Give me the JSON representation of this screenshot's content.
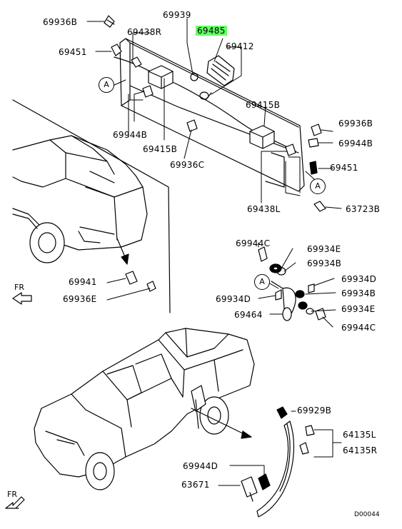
{
  "parts": {
    "p69936B_top": "69936B",
    "p69939": "69939",
    "p69438R": "69438R",
    "p69485": "69485",
    "p69451_left": "69451",
    "p69412": "69412",
    "p69415B_mid": "69415B",
    "p69944B_left": "69944B",
    "p69415B_low": "69415B",
    "p69936C": "69936C",
    "p69936B_right": "69936B",
    "p69944B_right": "69944B",
    "p69451_right": "69451",
    "p69438L": "69438L",
    "p63723B": "63723B",
    "p69944C": "69944C",
    "p69934E_top": "69934E",
    "p69934B_top": "69934B",
    "p69934D_right": "69934D",
    "p69934B_right": "69934B",
    "p69934D_left": "69934D",
    "p69934E_right": "69934E",
    "p69464": "69464",
    "p69944C_right": "69944C",
    "p69941": "69941",
    "p69936E": "69936E",
    "p69929B": "69929B",
    "p64135L": "64135L",
    "p64135R": "64135R",
    "p69944D": "69944D",
    "p63671": "63671"
  },
  "callouts": {
    "a1": "A",
    "a2": "A",
    "a3": "A"
  },
  "fr_labels": {
    "fr1": "FR",
    "fr2": "FR"
  },
  "diagram_code": "D00044",
  "colors": {
    "highlight": "#66ff66",
    "line": "#000000"
  }
}
